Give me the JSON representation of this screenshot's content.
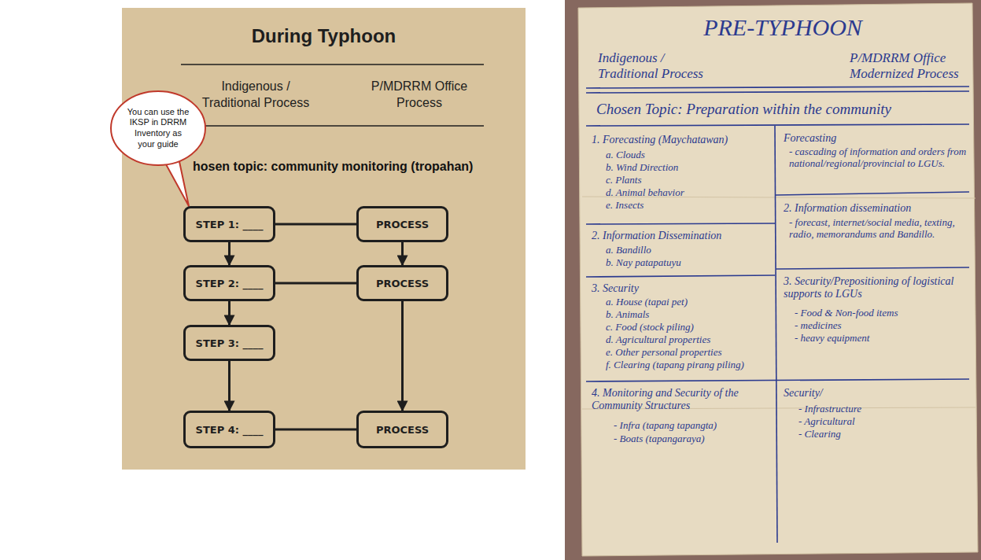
{
  "diagram": {
    "title": "During Typhoon",
    "nodes": [
      {
        "text": [
          "You can use the IKSP in DRRM Inventory as your guide"
        ]
      },
      {
        "text": [
          "STEP 1: ____"
        ]
      },
      {
        "text": [
          "PROCESS"
        ]
      },
      {
        "text": [
          "STEP 2: ____"
        ]
      },
      {
        "text": [
          "PROCESS"
        ]
      },
      {
        "text": [
          "STEP 3: ____"
        ]
      },
      {
        "text": [
          "STEP 4: ____"
        ]
      },
      {
        "text": [
          "PROCESS"
        ]
      }
    ],
    "edges": [
      {
        "from": 1,
        "to": 2,
        "arrow": "none"
      },
      {
        "from": 1,
        "to": 3,
        "arrow": "to"
      },
      {
        "from": 2,
        "to": 4,
        "arrow": "to"
      },
      {
        "from": 3,
        "to": 4,
        "arrow": "none"
      },
      {
        "from": 3,
        "to": 5,
        "arrow": "to"
      },
      {
        "from": 4,
        "to": 7,
        "arrow": "to"
      },
      {
        "from": 5,
        "to": 6,
        "arrow": "to"
      },
      {
        "from": 6,
        "to": 7,
        "arrow": "none"
      }
    ],
    "labels": [
      "Indigenous / Traditional Process",
      "P/MDRRM Office Process",
      "hosen topic: community monitoring (tropahan)",
      "PRE-TYPHOON",
      "Indigenous / Traditional Process",
      "P/MDRRM Office Modernized Process",
      "Chosen Topic: Preparation within the community",
      "1. Forecasting (Maychatawan)",
      "a. Clouds",
      "b. Wind Direction",
      "c. Plants",
      "d. Animal behavior",
      "e. Insects",
      "2. Information Dissemination",
      "a. Bandillo",
      "b. Nay patapatuyu",
      "3. Security",
      "a. House (tapai pet)",
      "b. Animals",
      "c. Food (stock piling)",
      "d. Agricultural properties",
      "e. Other personal properties",
      "f. Clearing (tapang pirang piling)",
      "4. Monitoring and Security of the Community Structures",
      "- Infra (tapang tapangta)",
      "- Boats (tapangaraya)",
      "Forecasting",
      "- cascading of information and orders from national/regional/provincial to LGUs.",
      "2. Information dissemination",
      "- forecast, internet/social media, texting, radio, memorandums and Bandillo.",
      "3. Security/Prepositioning of logistical supports to LGUs",
      "- Food & Non-food items",
      "- medicines",
      "- heavy equipment",
      "Security/",
      "- Infrastructure",
      "- Agricultural",
      "- Clearing"
    ]
  }
}
